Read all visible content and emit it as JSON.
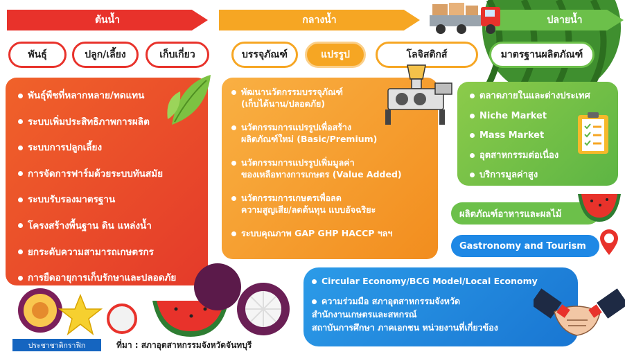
{
  "stages": {
    "upstream": "ต้นน้ำ",
    "midstream": "กลางน้ำ",
    "downstream": "ปลายน้ำ"
  },
  "pills": {
    "upstream": [
      "พันธุ์",
      "ปลูก/เลี้ยง",
      "เก็บเกี่ยว"
    ],
    "midstream": [
      "บรรจุภัณฑ์",
      "แปรรูป",
      "โลจิสติกส์"
    ],
    "downstream": [
      "มาตรฐานผลิตภัณฑ์"
    ]
  },
  "upstream_items": [
    "พันธุ์พืชที่หลากหลาย/ทดแทน",
    "ระบบเพิ่มประสิทธิภาพการผลิต",
    "ระบบการปลูกเลี้ยง",
    "การจัดการฟาร์มด้วยระบบทันสมัย",
    "ระบบรับรองมาตรฐาน",
    "โครงสร้างพื้นฐาน ดิน แหล่งน้ำ",
    "ยกระดับความสามารถเกษตรกร",
    "การยืดอายุการเก็บรักษาและปลอดภัย"
  ],
  "midstream_items": [
    [
      "พัฒนานวัตกรรมบรรจุภัณฑ์",
      "(เก็บได้นาน/ปลอดภัย)"
    ],
    [
      "นวัตกรรมการแปรรูปเพื่อสร้าง",
      "ผลิตภัณฑ์ใหม่ (Basic/Premium)"
    ],
    [
      "นวัตกรรมการแปรรูปเพิ่มมูลค่า",
      "ของเหลือทางการเกษตร (Value Added)"
    ],
    [
      "นวัตกรรมการเกษตรเพื่อลด",
      "ความสูญเสีย/ลดต้นทุน แบบอัจฉริยะ"
    ],
    [
      "ระบบคุณภาพ GAP GHP HACCP ฯลฯ"
    ]
  ],
  "downstream_items": [
    "ตลาดภายในและต่างประเทศ",
    "Niche Market",
    "Mass Market",
    "อุตสาหกรรมต่อเนื่อง",
    "บริการมูลค่าสูง"
  ],
  "side": {
    "food_products": "ผลิตภัณฑ์อาหารและผลไม้",
    "gastronomy": "Gastronomy and Tourism"
  },
  "bottom": {
    "line1": "Circular Economy/BCG Model/Local Economy",
    "line2": [
      "ความร่วมมือ สภาอุตสาหกรรมจังหวัด",
      "สำนักงานเกษตรและสหกรณ์",
      "สถาบันการศึกษา ภาคเอกชน หน่วยงานที่เกี่ยวข้อง"
    ]
  },
  "footer": {
    "credit": "ประชาชาติกราฟิก",
    "source": "ที่มา : สภาอุตสาหกรรมจังหวัดจันทบุรี"
  },
  "icons": [
    "leaf-icon",
    "truck-icon",
    "machine-icon",
    "clipboard-icon",
    "pin-icon",
    "handshake-icon",
    "watermelon-icon",
    "fruit-icon"
  ],
  "colors": {
    "upstream": "#e8322b",
    "midstream": "#f6a623",
    "downstream": "#6cc04a",
    "blue": "#1e88e5"
  }
}
